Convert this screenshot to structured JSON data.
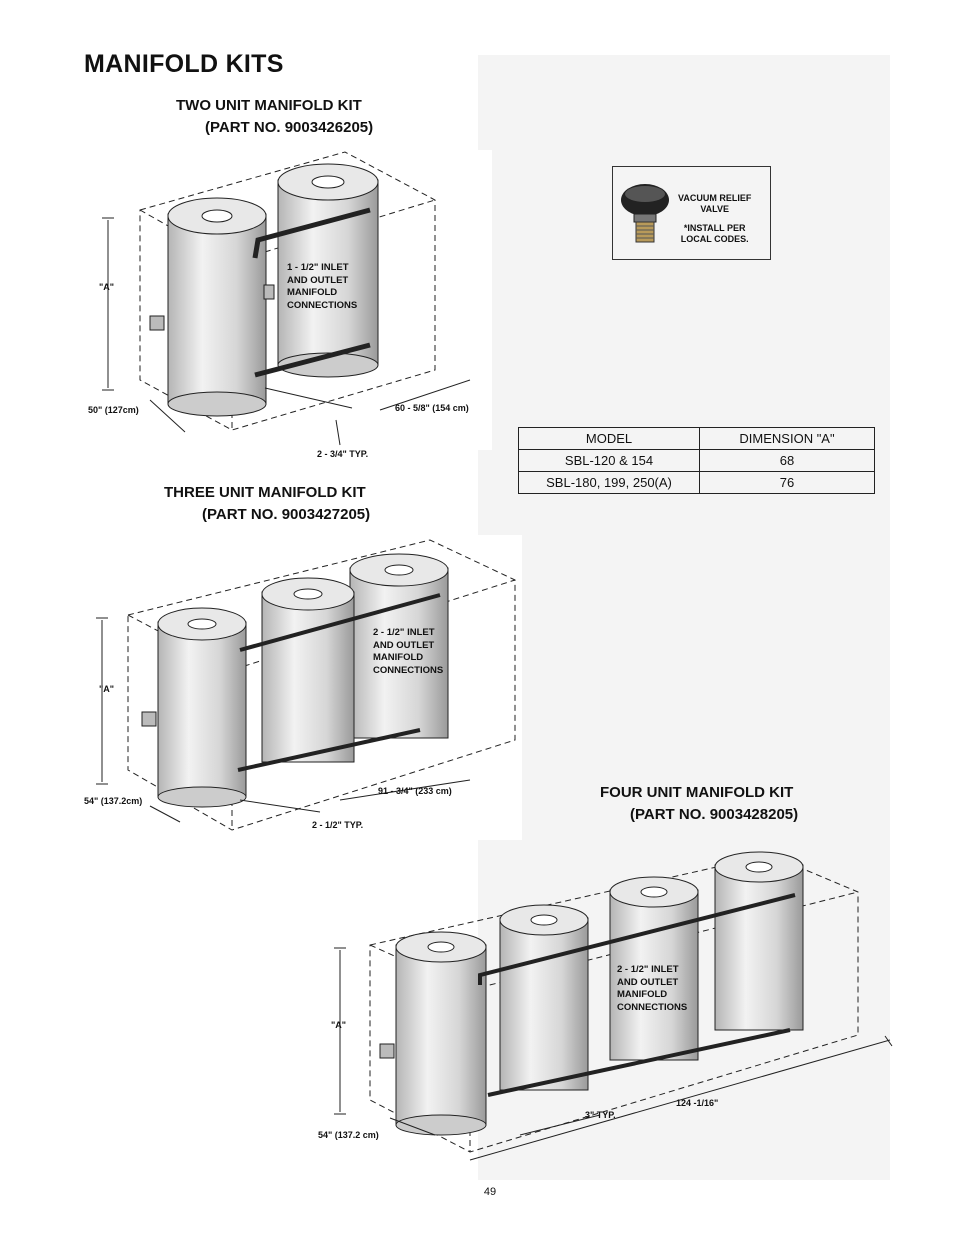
{
  "page": {
    "title": "MANIFOLD KITS",
    "page_number": "49"
  },
  "two_unit_kit": {
    "title_line1": "TWO UNIT MANIFOLD KIT",
    "title_line2": "(PART NO. 9003426205)",
    "connections": [
      "1 - 1/2\" INLET",
      "AND OUTLET",
      "MANIFOLD",
      "CONNECTIONS"
    ],
    "dim_a": "\"A\"",
    "dim_depth": "50\" (127cm)",
    "dim_width": "60 - 5/8\" (154 cm)",
    "dim_gap": "2 - 3/4\" TYP."
  },
  "three_unit_kit": {
    "title_line1": "THREE UNIT MANIFOLD KIT",
    "title_line2": "(PART NO. 9003427205)",
    "connections": [
      "2 - 1/2\" INLET",
      "AND OUTLET",
      "MANIFOLD",
      "CONNECTIONS"
    ],
    "dim_a": "\"A\"",
    "dim_depth": "54\" (137.2cm)",
    "dim_width": "91 - 3/4\" (233 cm)",
    "dim_gap": "2 - 1/2\" TYP."
  },
  "four_unit_kit": {
    "title_line1": "FOUR UNIT MANIFOLD KIT",
    "title_line2": "(PART NO. 9003428205)",
    "connections": [
      "2 - 1/2\" INLET",
      "AND OUTLET",
      "MANIFOLD",
      "CONNECTIONS"
    ],
    "dim_a": "\"A\"",
    "dim_depth": "54\" (137.2 cm)",
    "dim_width": "124 -1/16\"",
    "dim_gap": "3\" TYP."
  },
  "vacuum_valve": {
    "line1": "VACUUM RELIEF",
    "line2": "VALVE",
    "line3": "*INSTALL PER",
    "line4": "LOCAL CODES."
  },
  "dimension_table": {
    "headers": [
      "MODEL",
      "DIMENSION \"A\""
    ],
    "rows": [
      [
        "SBL-120 & 154",
        "68"
      ],
      [
        "SBL-180, 199, 250(A)",
        "76"
      ]
    ]
  }
}
